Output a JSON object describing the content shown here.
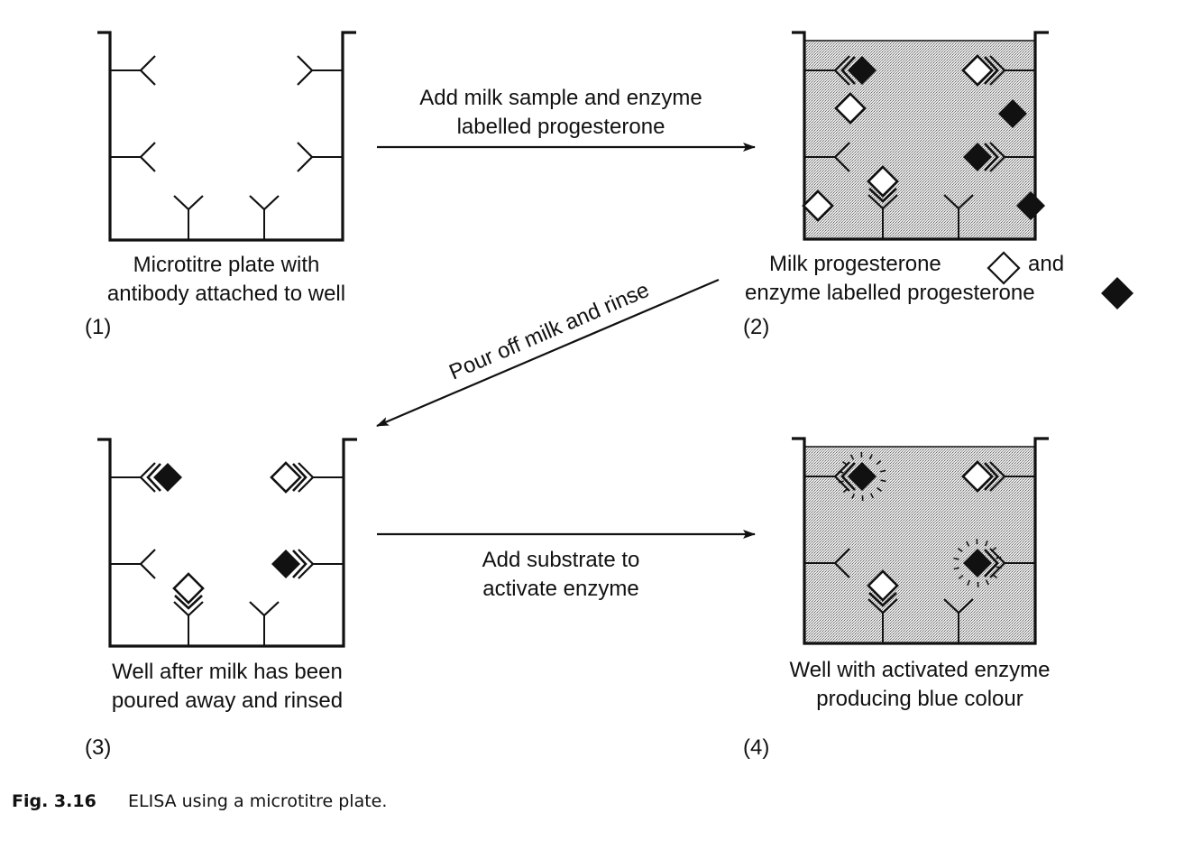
{
  "colors": {
    "ink": "#111111",
    "fill_stipple": "#d6d6d6",
    "background": "#ffffff"
  },
  "panels": [
    {
      "id": "1",
      "number": "(1)",
      "caption_lines": [
        "Microtitre plate with",
        "antibody attached to well"
      ],
      "filled": false,
      "antibodies": [
        {
          "side": "left",
          "row": "upper",
          "bound": "none"
        },
        {
          "side": "left",
          "row": "lower",
          "bound": "none"
        },
        {
          "side": "right",
          "row": "upper",
          "bound": "none"
        },
        {
          "side": "right",
          "row": "lower",
          "bound": "none"
        },
        {
          "side": "bottom",
          "pos": "left",
          "bound": "none"
        },
        {
          "side": "bottom",
          "pos": "right",
          "bound": "none"
        }
      ],
      "free_molecules": []
    },
    {
      "id": "2",
      "number": "(2)",
      "caption_lines": [
        "Milk progesterone",
        "and",
        "enzyme labelled progesterone"
      ],
      "filled": true,
      "antibodies": [
        {
          "side": "left",
          "row": "upper",
          "bound": "labelled"
        },
        {
          "side": "left",
          "row": "lower",
          "bound": "none"
        },
        {
          "side": "right",
          "row": "upper",
          "bound": "milk"
        },
        {
          "side": "right",
          "row": "lower",
          "bound": "labelled"
        },
        {
          "side": "bottom",
          "pos": "left",
          "bound": "milk"
        },
        {
          "side": "bottom",
          "pos": "right",
          "bound": "none"
        }
      ],
      "free_molecules": [
        "milk",
        "labelled",
        "milk",
        "labelled"
      ]
    },
    {
      "id": "3",
      "number": "(3)",
      "caption_lines": [
        "Well after milk has been",
        "poured away and rinsed"
      ],
      "filled": false,
      "antibodies": [
        {
          "side": "left",
          "row": "upper",
          "bound": "labelled"
        },
        {
          "side": "left",
          "row": "lower",
          "bound": "none"
        },
        {
          "side": "right",
          "row": "upper",
          "bound": "milk"
        },
        {
          "side": "right",
          "row": "lower",
          "bound": "labelled"
        },
        {
          "side": "bottom",
          "pos": "left",
          "bound": "milk"
        },
        {
          "side": "bottom",
          "pos": "right",
          "bound": "none"
        }
      ],
      "free_molecules": []
    },
    {
      "id": "4",
      "number": "(4)",
      "caption_lines": [
        "Well with activated enzyme",
        "producing blue colour"
      ],
      "filled": true,
      "antibodies": [
        {
          "side": "left",
          "row": "upper",
          "bound": "activated"
        },
        {
          "side": "left",
          "row": "lower",
          "bound": "none"
        },
        {
          "side": "right",
          "row": "upper",
          "bound": "milk"
        },
        {
          "side": "right",
          "row": "lower",
          "bound": "activated"
        },
        {
          "side": "bottom",
          "pos": "left",
          "bound": "milk"
        },
        {
          "side": "bottom",
          "pos": "right",
          "bound": "none"
        }
      ],
      "free_molecules": []
    }
  ],
  "arrows": [
    {
      "id": "1-to-2",
      "lines": [
        "Add milk sample and enzyme",
        "labelled progesterone"
      ]
    },
    {
      "id": "2-to-3",
      "lines": [
        "Pour off milk and rinse"
      ]
    },
    {
      "id": "3-to-4",
      "lines": [
        "Add substrate to",
        "activate enzyme"
      ]
    }
  ],
  "legend": {
    "milk_progesterone": "open-diamond-icon",
    "enzyme_labelled_progesterone": "filled-diamond-icon"
  },
  "figure_caption": {
    "label": "Fig. 3.16",
    "text": "ELISA using a microtitre plate."
  }
}
